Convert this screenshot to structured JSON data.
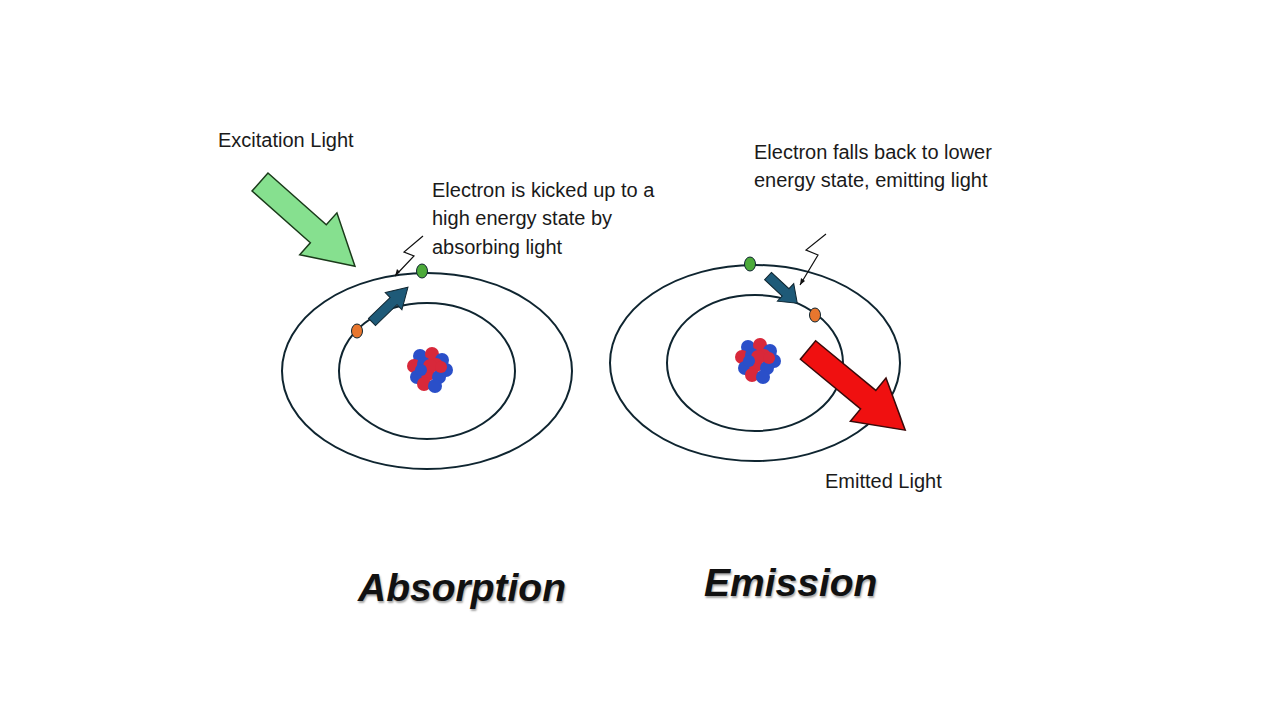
{
  "diagram": {
    "labels": [
      "Excitation Light",
      "Electron is kicked up to a high energy state by absorbing light",
      "Electron falls back to lower energy state, emitting light",
      "Emitted Light",
      "Absorption",
      "Emission"
    ]
  }
}
